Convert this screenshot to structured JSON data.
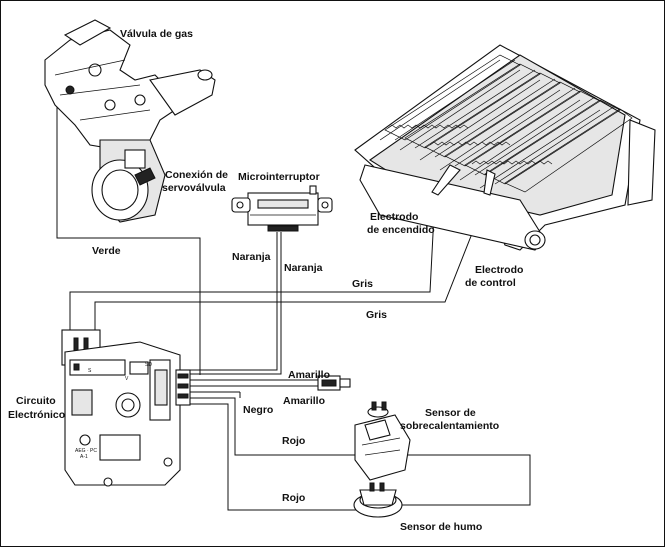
{
  "labels": {
    "valvula_gas": "Válvula de gas",
    "conexion_1": "Conexión de",
    "conexion_2": "servoválvula",
    "microinterruptor": "Microinterruptor",
    "electrodo_enc_1": "Electrodo",
    "electrodo_enc_2": "de encendido",
    "electrodo_ctrl_1": "Electrodo",
    "electrodo_ctrl_2": "de control",
    "verde": "Verde",
    "naranja_1": "Naranja",
    "naranja_2": "Naranja",
    "gris_1": "Gris",
    "gris_2": "Gris",
    "amarillo_1": "Amarillo",
    "amarillo_2": "Amarillo",
    "negro": "Negro",
    "rojo_1": "Rojo",
    "rojo_2": "Rojo",
    "circuito_1": "Circuito",
    "circuito_2": "Electrónico",
    "sensor_sobre_1": "Sensor de",
    "sensor_sobre_2": "sobrecalentamiento",
    "sensor_humo": "Sensor de humo"
  },
  "board_marks": {
    "sd": "SD",
    "v": "V",
    "s": "S",
    "code_1": "AEG · PC",
    "code_2": "A-1"
  }
}
